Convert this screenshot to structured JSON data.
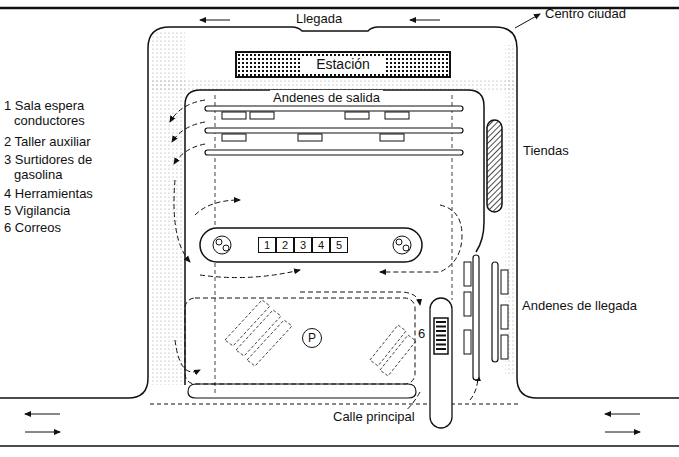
{
  "diagram": {
    "nodes": [
      {
        "text": [
          "Estación"
        ]
      },
      {
        "text": [
          "Tiendas"
        ]
      },
      {
        "text": [
          "1"
        ]
      },
      {
        "text": [
          "2"
        ]
      },
      {
        "text": [
          "3"
        ]
      },
      {
        "text": [
          "4"
        ]
      },
      {
        "text": [
          "5"
        ]
      },
      {
        "text": [
          "6"
        ]
      },
      {
        "text": [
          "P"
        ]
      }
    ],
    "labels": [
      "Llegada",
      "Centro ciudad",
      "Andenes de salida",
      "1 Sala espera conductores",
      "2 Taller auxiliar",
      "3 Surtidores de gasolina",
      "4 Herramientas",
      "5 Vigilancia",
      "6 Correos",
      "Andenes de llegada",
      "Calle principal"
    ]
  }
}
